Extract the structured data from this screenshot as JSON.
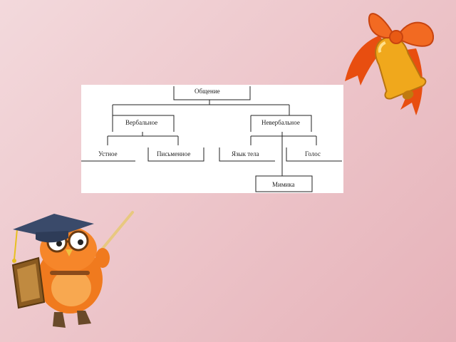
{
  "diagram": {
    "root": "Общение",
    "branches": [
      {
        "label": "Вербальное",
        "children": [
          "Устное",
          "Письменное"
        ]
      },
      {
        "label": "Невербальное",
        "children": [
          "Язык тела",
          "Голос",
          "Мимика"
        ]
      }
    ]
  },
  "decorations": {
    "top_right": "bell-with-bow",
    "bottom_left": "owl-with-graduation-cap"
  },
  "colors": {
    "background": "#ecc3c8",
    "panel": "#ffffff",
    "line": "#222222",
    "bow": "#f05a18",
    "bell": "#e8a020"
  }
}
